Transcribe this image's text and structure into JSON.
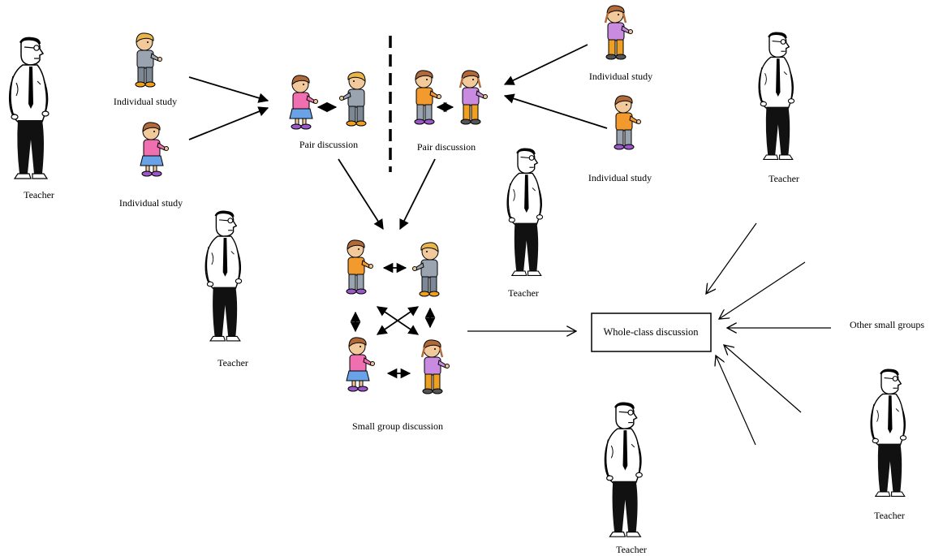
{
  "labels": {
    "teacher": "Teacher",
    "individual_study": "Individual study",
    "pair_discussion": "Pair discussion",
    "small_group_discussion": "Small group discussion",
    "whole_class_discussion": "Whole-class discussion",
    "other_small_groups": "Other small groups"
  },
  "colors": {
    "ink": "#000000",
    "skin": "#f2c99a",
    "hair_blonde": "#e8b64a",
    "hair_brown": "#b06a3a",
    "shirt_pink": "#f06fb0",
    "shirt_orange": "#f29a2e",
    "shirt_lilac": "#c98be0",
    "skirt_blue": "#6aa2e8",
    "trousers_grey": "#9aa4b0",
    "trousers_lilac": "#a98bd8",
    "shoes_orange": "#f0a020",
    "shoes_purple": "#9a58c8",
    "teacher_pants": "#111111",
    "teacher_shirt": "#ffffff"
  },
  "figure_types": [
    "teacher",
    "girl-pink",
    "boy-blonde",
    "boy-orange",
    "girl-lilac"
  ]
}
